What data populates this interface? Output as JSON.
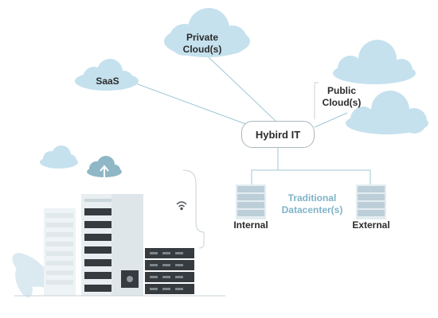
{
  "diagram": {
    "hub_label": "Hybird IT",
    "nodes": {
      "private_cloud": "Private\nCloud(s)",
      "saas": "SaaS",
      "public_cloud": "Public\nCloud(s)",
      "datacenter": "Traditional\nDatacenter(s)",
      "internal": "Internal",
      "external": "External"
    }
  },
  "colors": {
    "cloud": "#c5e1ee",
    "connector": "#9fc7d4",
    "server_dark": "#363b40",
    "server_light": "#bccfd8",
    "teal_text": "#7fb3c8"
  },
  "icons": [
    "cloud-icon",
    "cloud-upload-icon",
    "wifi-icon",
    "server-rack-icon",
    "leaf-icon"
  ]
}
